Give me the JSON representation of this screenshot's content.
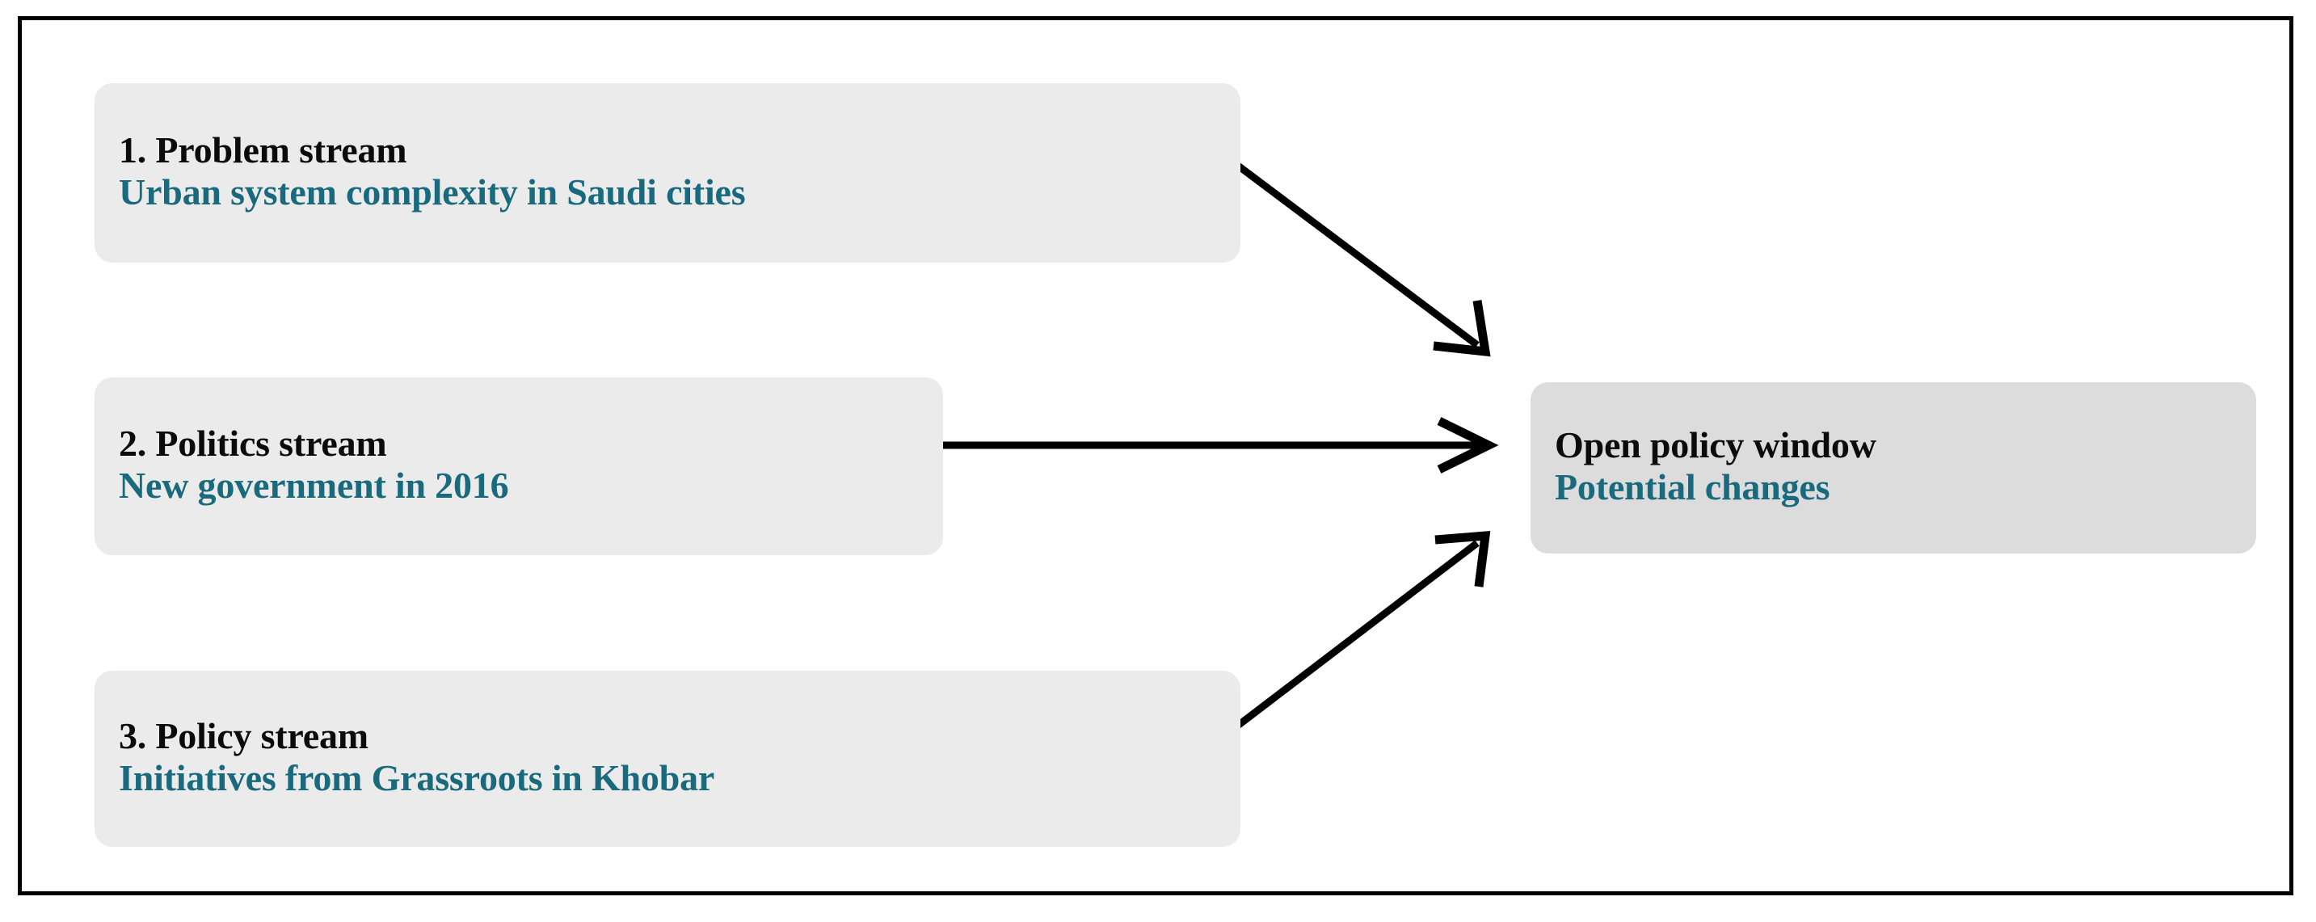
{
  "figure": {
    "background_color": "#ffffff",
    "frame_border_color": "#000000",
    "accent_color": "#1a6a7e",
    "heading_color": "#0b0b0b",
    "stream_box_fill": "#ebebeb",
    "outcome_box_fill": "#dcdcdc",
    "arrow_color": "#000000"
  },
  "nodes": {
    "problem_stream": {
      "title": "1. Problem stream",
      "subtitle": "Urban system complexity in Saudi cities"
    },
    "politics_stream": {
      "title": "2. Politics stream",
      "subtitle": "New government in 2016"
    },
    "policy_stream": {
      "title": "3. Policy stream",
      "subtitle": "Initiatives from Grassroots in Khobar"
    },
    "open_policy_window": {
      "title": "Open policy window",
      "subtitle": "Potential changes"
    }
  },
  "arrows": [
    {
      "name": "problem-to-window",
      "from": "problem_stream",
      "to": "open_policy_window",
      "direction": "down-right"
    },
    {
      "name": "politics-to-window",
      "from": "politics_stream",
      "to": "open_policy_window",
      "direction": "right"
    },
    {
      "name": "policy-to-window",
      "from": "policy_stream",
      "to": "open_policy_window",
      "direction": "up-right"
    }
  ]
}
